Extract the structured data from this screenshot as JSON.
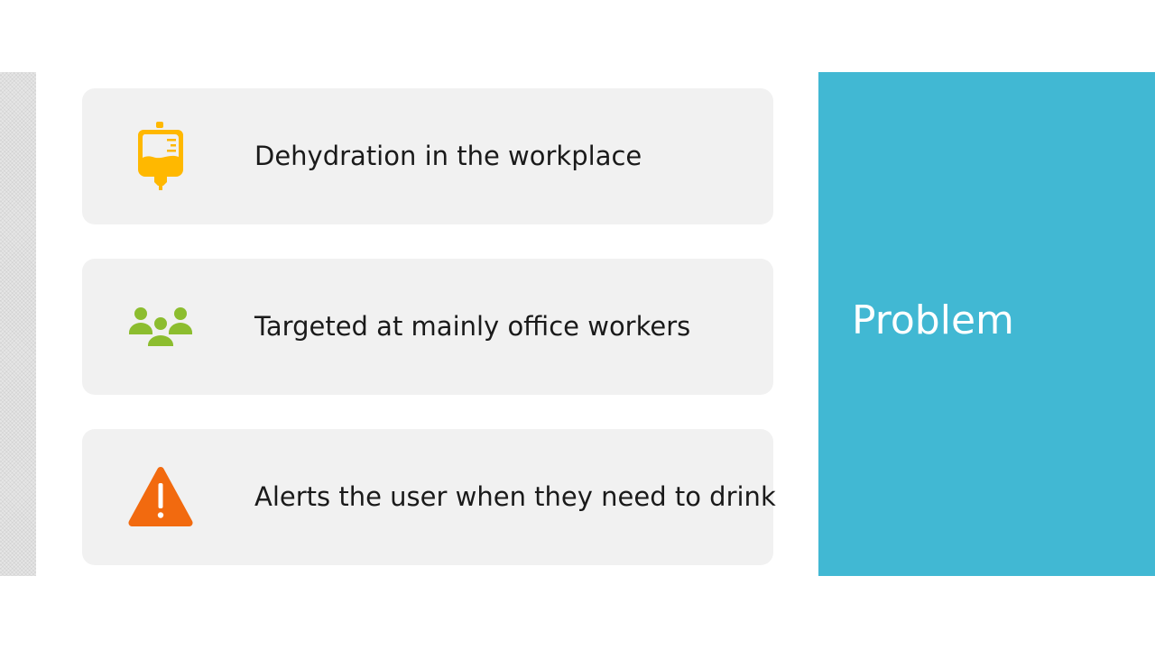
{
  "slide": {
    "title": "Problem",
    "items": [
      {
        "icon": "iv-bag-icon",
        "text": "Dehydration in the workplace",
        "color": "#ffb800"
      },
      {
        "icon": "group-people-icon",
        "text": "Targeted at mainly office workers",
        "color": "#8cbd2f"
      },
      {
        "icon": "warning-icon",
        "text": "Alerts the user when they need to drink",
        "color": "#f26a0f"
      }
    ],
    "accent_color": "#41b8d3"
  }
}
